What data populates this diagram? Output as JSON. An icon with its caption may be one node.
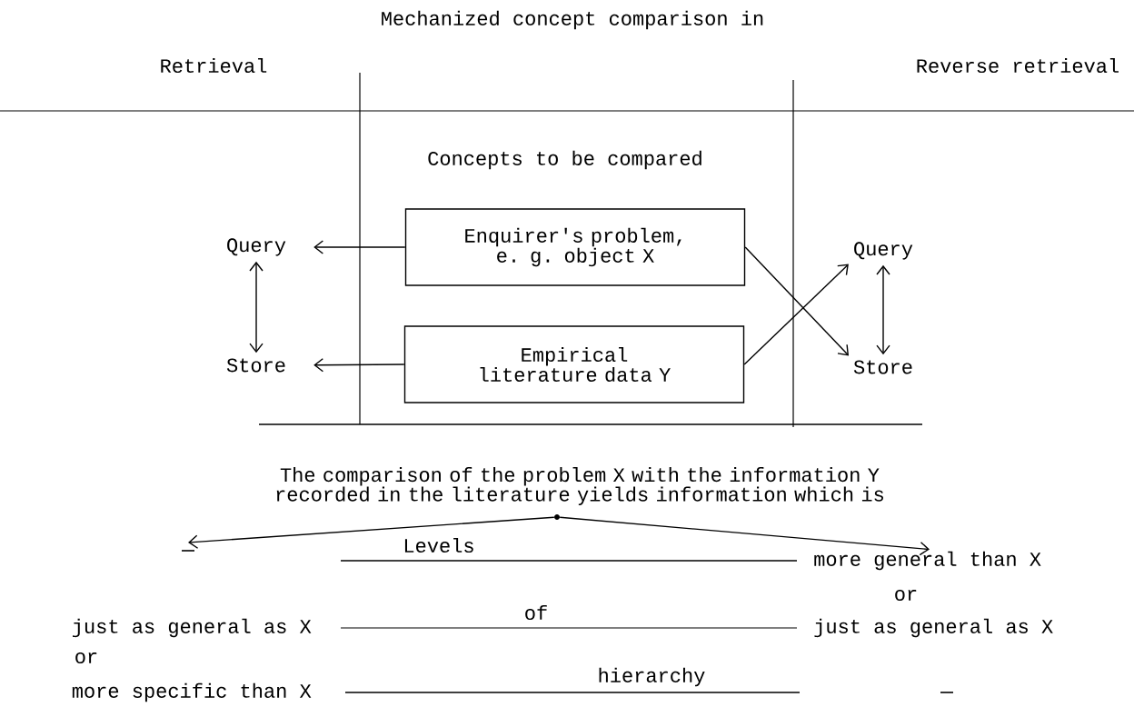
{
  "diagram": {
    "title": "Mechanized concept comparison in",
    "nodes": [
      {
        "text": [
          "Enquirer's problem, e. g. object X"
        ]
      },
      {
        "text": [
          "Empirical literature data Y"
        ]
      },
      {
        "text": [
          "Query"
        ]
      },
      {
        "text": [
          "Store"
        ]
      },
      {
        "text": [
          "Query"
        ]
      },
      {
        "text": [
          "Store"
        ]
      },
      {
        "text": [
          "The comparison of the problem X with the information Y recorded in the literature yields information which is"
        ]
      },
      {
        "text": [],
        "shape": "circle"
      },
      {
        "text": [
          "more general than X"
        ]
      }
    ],
    "edges": [
      {
        "from": 0,
        "to": 2,
        "arrow": "to"
      },
      {
        "from": 1,
        "to": 3,
        "arrow": "to"
      },
      {
        "from": 2,
        "to": 3,
        "arrow": "both"
      },
      {
        "from": 0,
        "to": 5,
        "arrow": "to"
      },
      {
        "from": 1,
        "to": 4,
        "arrow": "to"
      },
      {
        "from": 4,
        "to": 5,
        "arrow": "both"
      },
      {
        "from": 7,
        "to": null,
        "arrow": "to"
      },
      {
        "from": 7,
        "to": 8,
        "arrow": "to"
      }
    ],
    "labels": [
      "Retrieval",
      "Reverse retrieval",
      "Concepts to be compared",
      "Levels",
      "or",
      "of",
      "just as general as X",
      "just as general as X",
      "or",
      "hierarchy",
      "more specific than X"
    ]
  }
}
